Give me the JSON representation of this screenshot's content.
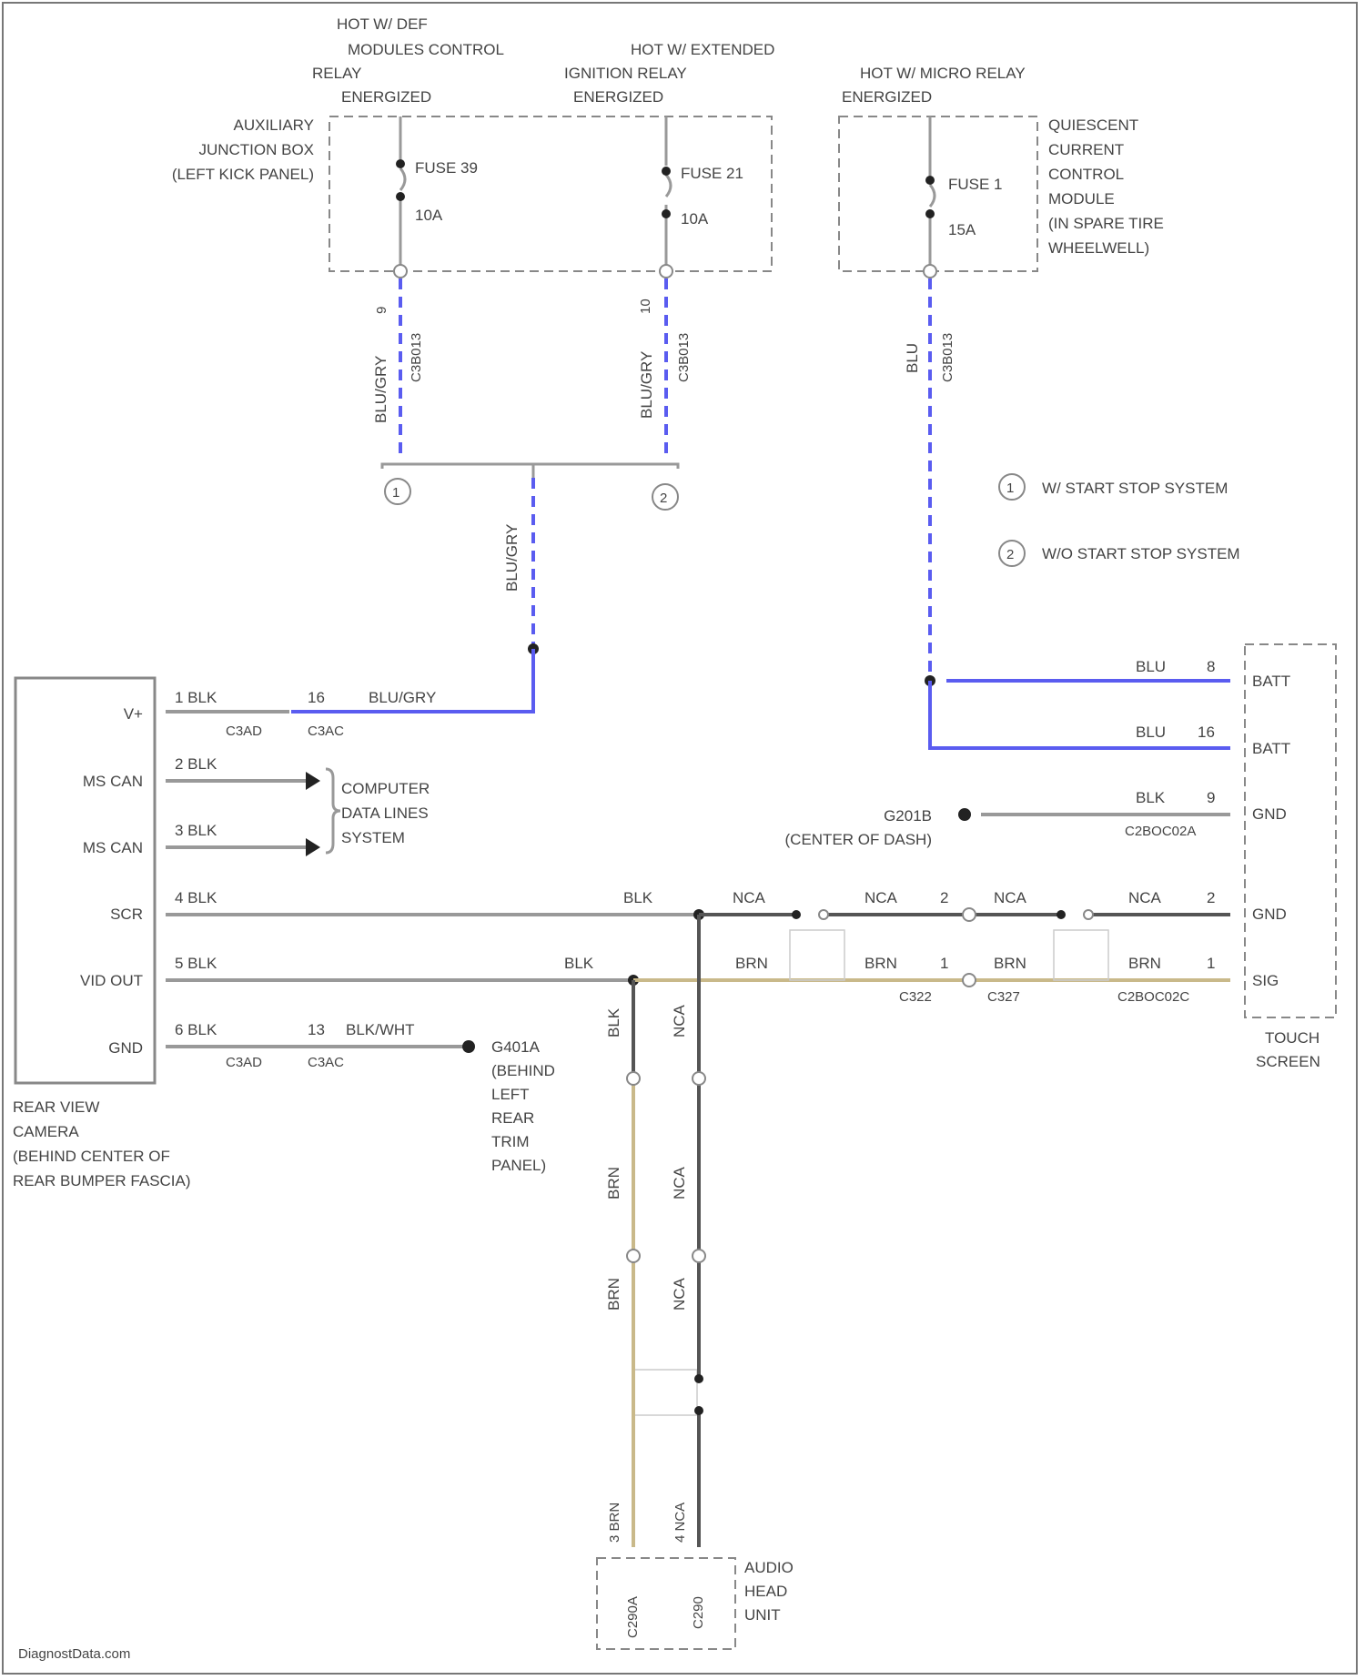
{
  "top_labels": {
    "hot_def": [
      "HOT W/ DEF",
      "MODULES CONTROL",
      "RELAY",
      "ENERGIZED"
    ],
    "hot_ext": [
      "HOT W/ EXTENDED",
      "IGNITION RELAY",
      "ENERGIZED"
    ],
    "hot_micro": [
      "HOT W/ MICRO RELAY",
      "ENERGIZED"
    ]
  },
  "aux_junction_box": [
    "AUXILIARY",
    "JUNCTION BOX",
    "(LEFT KICK PANEL)"
  ],
  "qccm": [
    "QUIESCENT",
    "CURRENT",
    "CONTROL",
    "MODULE",
    "(IN SPARE TIRE",
    "WHEELWELL)"
  ],
  "fuses": {
    "f39": {
      "name": "FUSE 39",
      "rating": "10A"
    },
    "f21": {
      "name": "FUSE 21",
      "rating": "10A"
    },
    "f1": {
      "name": "FUSE 1",
      "rating": "15A"
    }
  },
  "legend": {
    "1": "W/ START STOP SYSTEM",
    "2": "W/O START STOP SYSTEM"
  },
  "camera": {
    "pins": [
      "V+",
      "MS CAN",
      "MS CAN",
      "SCR",
      "VID OUT",
      "GND"
    ],
    "wire_labels": [
      "1   BLK",
      "2   BLK",
      "3   BLK",
      "4   BLK",
      "5   BLK",
      "6   BLK"
    ],
    "connector": "C3AD",
    "title": [
      "REAR VIEW",
      "CAMERA",
      "(BEHIND CENTER OF",
      "REAR BUMPER FASCIA)"
    ]
  },
  "computer_data_lines": [
    "COMPUTER",
    "DATA LINES",
    "SYSTEM"
  ],
  "touch_screen": {
    "pins": [
      "BATT",
      "BATT",
      "GND",
      "GND",
      "SIG"
    ],
    "title": [
      "TOUCH",
      "SCREEN"
    ]
  },
  "wires": {
    "v_plus": "BLU/GRY",
    "v_plus_pin": "16",
    "batt1": "BLU",
    "batt1_pin": "8",
    "batt2": "BLU",
    "batt2_pin": "16",
    "gnd_blk": "BLK",
    "gnd_blk_pin": "9",
    "gnd_conn": "C2BOC02A",
    "scr_blk": "BLK",
    "nca": "NCA",
    "vid_blk": "BLK",
    "brn": "BRN",
    "gnd_cam": "BLK/WHT",
    "gnd_cam_pin": "13",
    "c3ac": "C3AC",
    "c322": "C322",
    "c327": "C327",
    "c2boc02c": "C2BOC02C",
    "blugry_fuse39": "BLU/GRY",
    "blugry_fuse21": "BLU/GRY",
    "blu_fuse1": "BLU",
    "c1_pin": "9",
    "c1_pin2": "10",
    "c1_conn": "C3B013",
    "blugry_lower": "BLU/GRY",
    "pin2": "2",
    "pin1": "1",
    "pin_nca": "NCA",
    "pin_blk": "BLK"
  },
  "grounds": {
    "g201": [
      "G201B",
      "(CENTER OF DASH)"
    ],
    "g401": [
      "G401A",
      "(BEHIND",
      "LEFT",
      "REAR",
      "TRIM",
      "PANEL)"
    ]
  },
  "audio": {
    "title": [
      "AUDIO",
      "HEAD",
      "UNIT"
    ],
    "c1": "C290A",
    "c2": "C290",
    "pin_brn": "3   BRN",
    "pin_nca": "4   NCA"
  },
  "watermark": "DiagnostData.com"
}
